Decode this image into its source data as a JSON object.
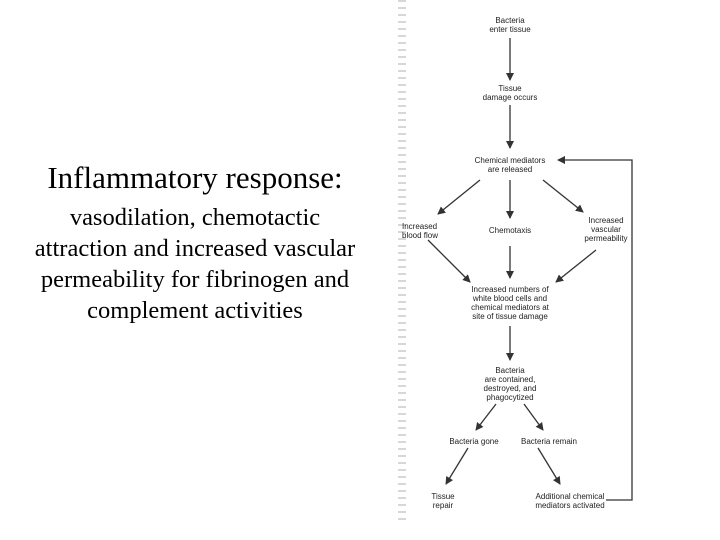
{
  "slide": {
    "title": "Inflammatory response:",
    "body_lines": [
      "vasodilation, chemotactic",
      "attraction and increased vascular",
      "permeability for fibrinogen and",
      "complement activities"
    ]
  },
  "flowchart": {
    "bacteria_enter": [
      "Bacteria",
      "enter tissue"
    ],
    "tissue_damage": [
      "Tissue",
      "damage occurs"
    ],
    "mediators_released": [
      "Chemical mediators",
      "are released"
    ],
    "blood_flow": [
      "Increased",
      "blood flow"
    ],
    "chemotaxis": [
      "Chemotaxis"
    ],
    "permeability": [
      "Increased",
      "vascular",
      "permeability"
    ],
    "white_cells": [
      "Increased numbers of",
      "white blood cells and",
      "chemical mediators at",
      "site of tissue damage"
    ],
    "bacteria_contained": [
      "Bacteria",
      "are contained,",
      "destroyed, and",
      "phagocytized"
    ],
    "bacteria_gone": [
      "Bacteria gone"
    ],
    "bacteria_remain": [
      "Bacteria remain"
    ],
    "tissue_repair": [
      "Tissue",
      "repair"
    ],
    "additional_mediators": [
      "Additional chemical",
      "mediators activated"
    ]
  }
}
